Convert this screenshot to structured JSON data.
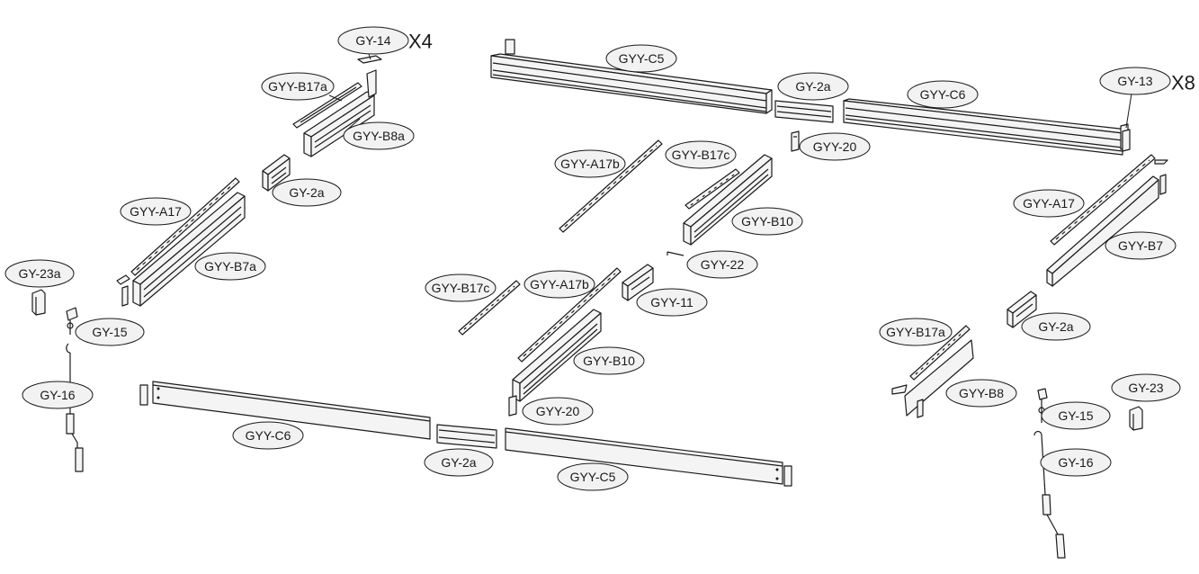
{
  "labels": {
    "gy14": "GY-14",
    "gy14_qty": "X4",
    "gyyb17a_top": "GYY-B17a",
    "gyyb8a": "GYY-B8a",
    "gy2a_left": "GY-2a",
    "gyya17_left": "GYY-A17",
    "gyyb7a": "GYY-B7a",
    "gy23a": "GY-23a",
    "gy15_left": "GY-15",
    "gy16_left": "GY-16",
    "gyyc5_top": "GYY-C5",
    "gy2a_topmid": "GY-2a",
    "gyyc6_top": "GYY-C6",
    "gy13": "GY-13",
    "gy13_qty": "X8",
    "gyy20_top": "GYY-20",
    "gyya17b_top": "GYY-A17b",
    "gyyb17c_top": "GYY-B17c",
    "gyyb10_top": "GYY-B10",
    "gyy22": "GYY-22",
    "gyyb17c_mid": "GYY-B17c",
    "gyya17b_mid": "GYY-A17b",
    "gyy11": "GYY-11",
    "gyyb10_mid": "GYY-B10",
    "gyy20_bot": "GYY-20",
    "gyyc6_bot": "GYY-C6",
    "gy2a_bot": "GY-2a",
    "gyyc5_bot": "GYY-C5",
    "gyya17_right": "GYY-A17",
    "gyyb7": "GYY-B7",
    "gy2a_right": "GY-2a",
    "gyyb17a_right": "GYY-B17a",
    "gyyb8": "GYY-B8",
    "gy23": "GY-23",
    "gy15_right": "GY-15",
    "gy16_right": "GY-16"
  }
}
